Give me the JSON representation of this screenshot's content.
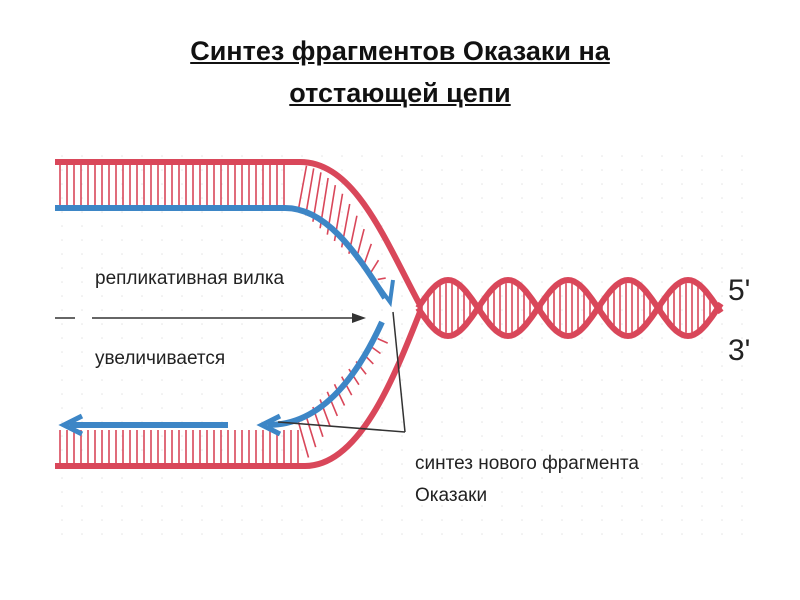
{
  "title": {
    "line1": "Синтез фрагментов Оказаки на",
    "line2": "отстающей цепи"
  },
  "labels": {
    "fork_line1": "репликативная вилка",
    "fork_line2": "увеличивается",
    "fragment_line1": "синтез нового фрагмента",
    "fragment_line2": "Оказаки",
    "end_5": "5'",
    "end_3": "3'"
  },
  "colors": {
    "parent_strand": "#d9475a",
    "new_strand": "#3d86c6",
    "pointer": "#333333"
  }
}
